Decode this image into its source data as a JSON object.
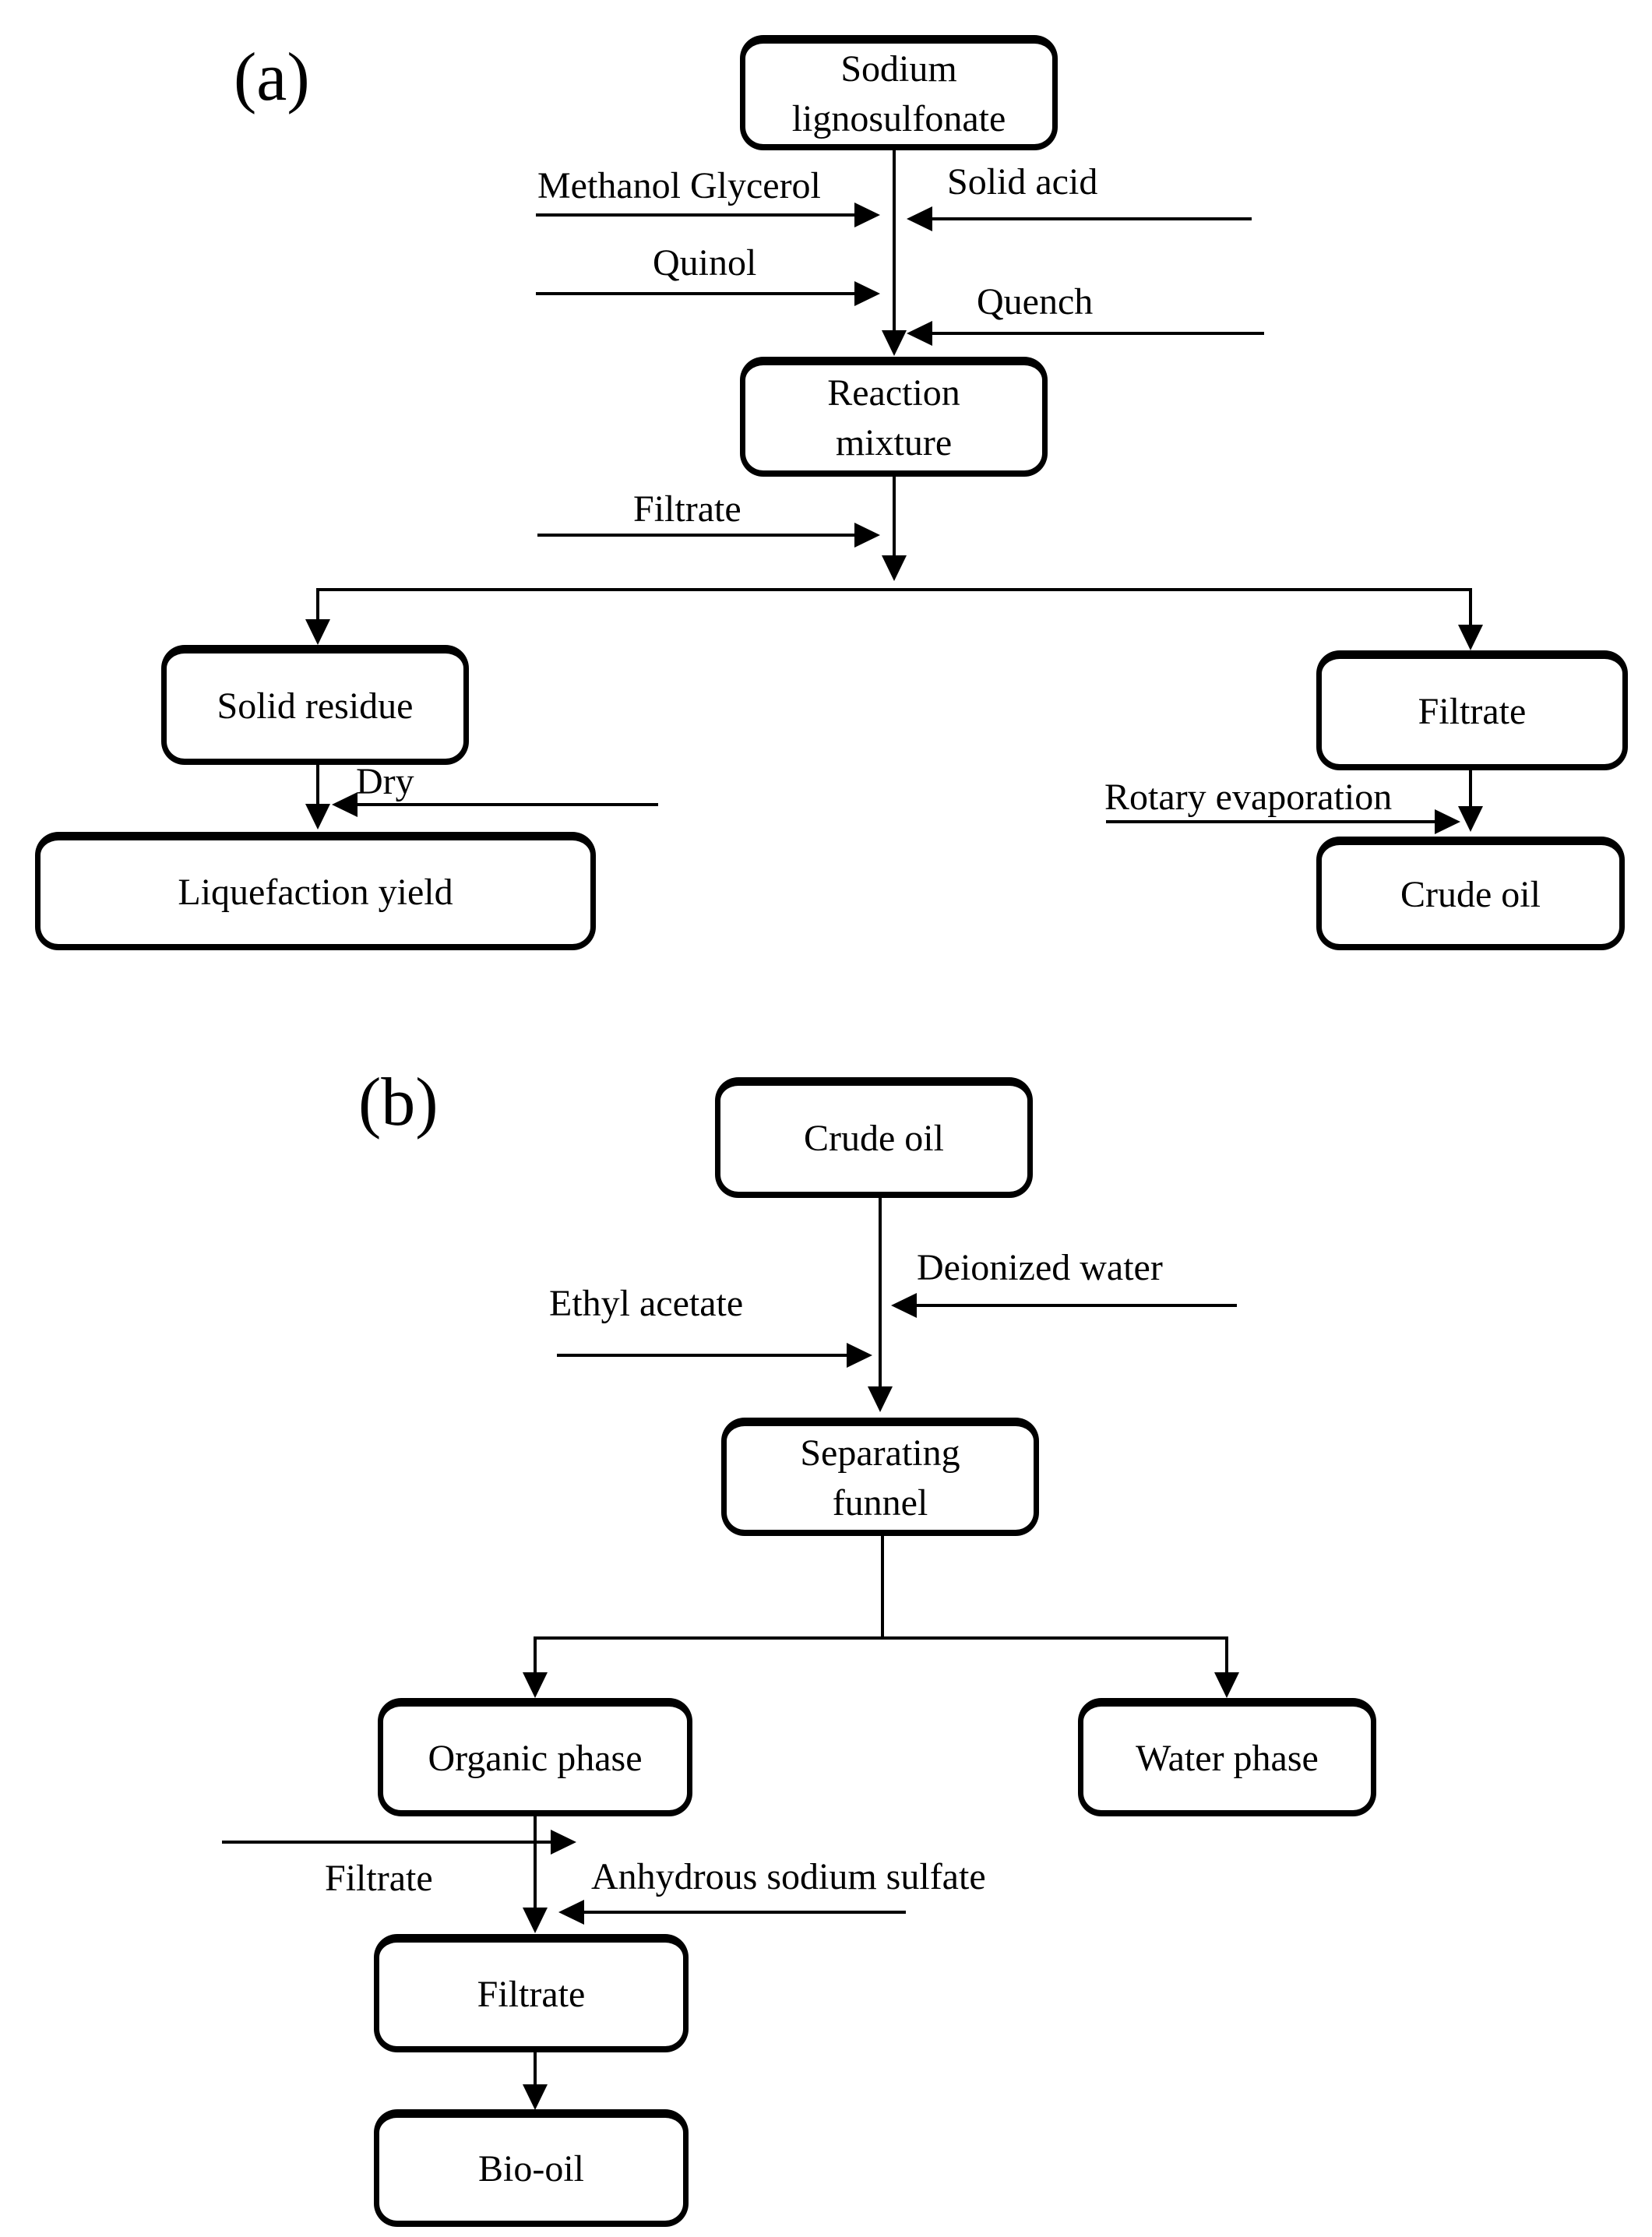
{
  "figure": {
    "background": "#ffffff",
    "line_color": "#000000",
    "section_a": {
      "label": "(a)",
      "nodes": {
        "sodium_lignosulfonate": "Sodium lignosulfonate",
        "reaction_mixture": "Reaction mixture",
        "solid_residue": "Solid residue",
        "filtrate": "Filtrate",
        "liquefaction_yield": "Liquefaction yield",
        "crude_oil": "Crude oil"
      },
      "flow_labels": {
        "methanol_glycerol": "Methanol Glycerol",
        "solid_acid": "Solid acid",
        "quinol": "Quinol",
        "quench": "Quench",
        "filtrate": "Filtrate",
        "dry": "Dry",
        "rotary_evaporation": "Rotary evaporation"
      },
      "connections": [
        {
          "from": "Sodium lignosulfonate",
          "to": "Reaction mixture",
          "inputs_left": [
            "Methanol Glycerol",
            "Quinol"
          ],
          "inputs_right": [
            "Solid acid",
            "Quench"
          ]
        },
        {
          "from": "Reaction mixture",
          "to": "Solid residue",
          "inputs_left": [
            "Filtrate"
          ]
        },
        {
          "from": "Reaction mixture",
          "to": "Filtrate",
          "inputs_left": [
            "Filtrate"
          ]
        },
        {
          "from": "Solid residue",
          "to": "Liquefaction yield",
          "inputs_right": [
            "Dry"
          ]
        },
        {
          "from": "Filtrate",
          "to": "Crude oil",
          "inputs_left": [
            "Rotary evaporation"
          ]
        }
      ]
    },
    "section_b": {
      "label": "(b)",
      "nodes": {
        "crude_oil": "Crude oil",
        "separating_funnel": "Separating funnel",
        "organic_phase": "Organic phase",
        "water_phase": "Water phase",
        "filtrate": "Filtrate",
        "bio_oil": "Bio-oil"
      },
      "flow_labels": {
        "deionized_water": "Deionized water",
        "ethyl_acetate": "Ethyl acetate",
        "filtrate": "Filtrate",
        "anhydrous_sodium_sulfate": "Anhydrous sodium sulfate"
      },
      "connections": [
        {
          "from": "Crude oil",
          "to": "Separating funnel",
          "inputs_left": [
            "Ethyl acetate"
          ],
          "inputs_right": [
            "Deionized water"
          ]
        },
        {
          "from": "Separating funnel",
          "to": "Organic phase"
        },
        {
          "from": "Separating funnel",
          "to": "Water phase"
        },
        {
          "from": "Organic phase",
          "to": "Filtrate",
          "inputs_left": [
            "Filtrate"
          ],
          "inputs_right": [
            "Anhydrous sodium sulfate"
          ]
        },
        {
          "from": "Filtrate",
          "to": "Bio-oil"
        }
      ]
    }
  }
}
